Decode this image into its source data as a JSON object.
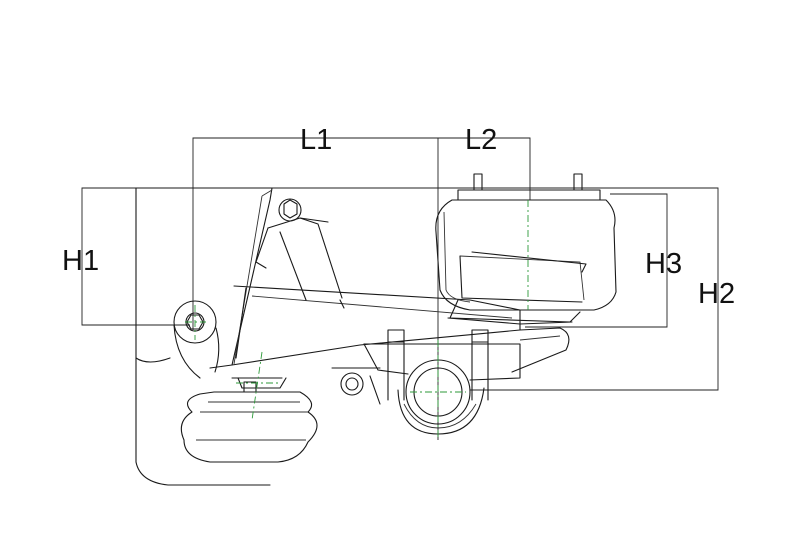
{
  "diagram": {
    "dimensions": [
      {
        "id": "L1",
        "label": "L1"
      },
      {
        "id": "L2",
        "label": "L2"
      },
      {
        "id": "H1",
        "label": "H1"
      },
      {
        "id": "H2",
        "label": "H2"
      },
      {
        "id": "H3",
        "label": "H3"
      }
    ],
    "colors": {
      "lines": "#1a1a1a",
      "centerlines": "#2e9a3a",
      "background": "#ffffff"
    }
  }
}
